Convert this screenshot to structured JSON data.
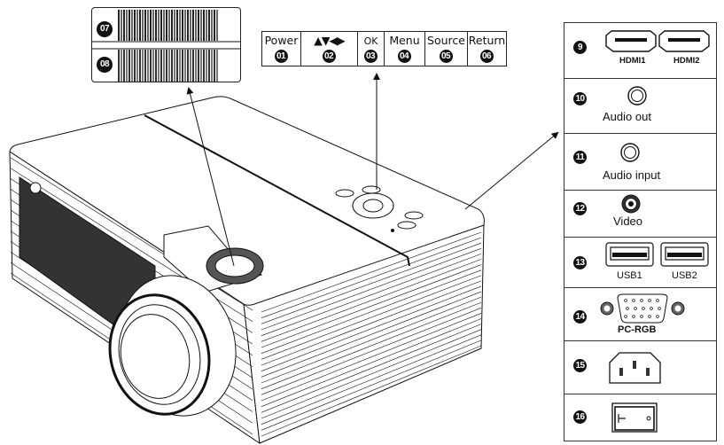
{
  "control_panel": {
    "items": [
      {
        "number": "01",
        "label": "Power"
      },
      {
        "number": "02",
        "label": "▲▼◀▶"
      },
      {
        "number": "03",
        "label": "OK"
      },
      {
        "number": "04",
        "label": "Menu"
      },
      {
        "number": "05",
        "label": "Source"
      },
      {
        "number": "06",
        "label": "Return"
      }
    ]
  },
  "focus_detail": {
    "items": [
      {
        "number": "07"
      },
      {
        "number": "08"
      }
    ]
  },
  "ports": {
    "items": [
      {
        "number": "9",
        "icon": "hdmi-port-icon",
        "labels": [
          "HDMI1",
          "HDMI2"
        ]
      },
      {
        "number": "10",
        "icon": "audio-jack-icon",
        "label": "Audio out"
      },
      {
        "number": "11",
        "icon": "audio-jack-icon",
        "label": "Audio input"
      },
      {
        "number": "12",
        "icon": "rca-video-jack-icon",
        "label": "Video"
      },
      {
        "number": "13",
        "icon": "usb-port-icon",
        "labels": [
          "USB1",
          "USB2"
        ]
      },
      {
        "number": "14",
        "icon": "vga-port-icon",
        "label": "PC-RGB"
      },
      {
        "number": "15",
        "icon": "power-socket-icon"
      },
      {
        "number": "16",
        "icon": "power-switch-icon"
      }
    ]
  }
}
